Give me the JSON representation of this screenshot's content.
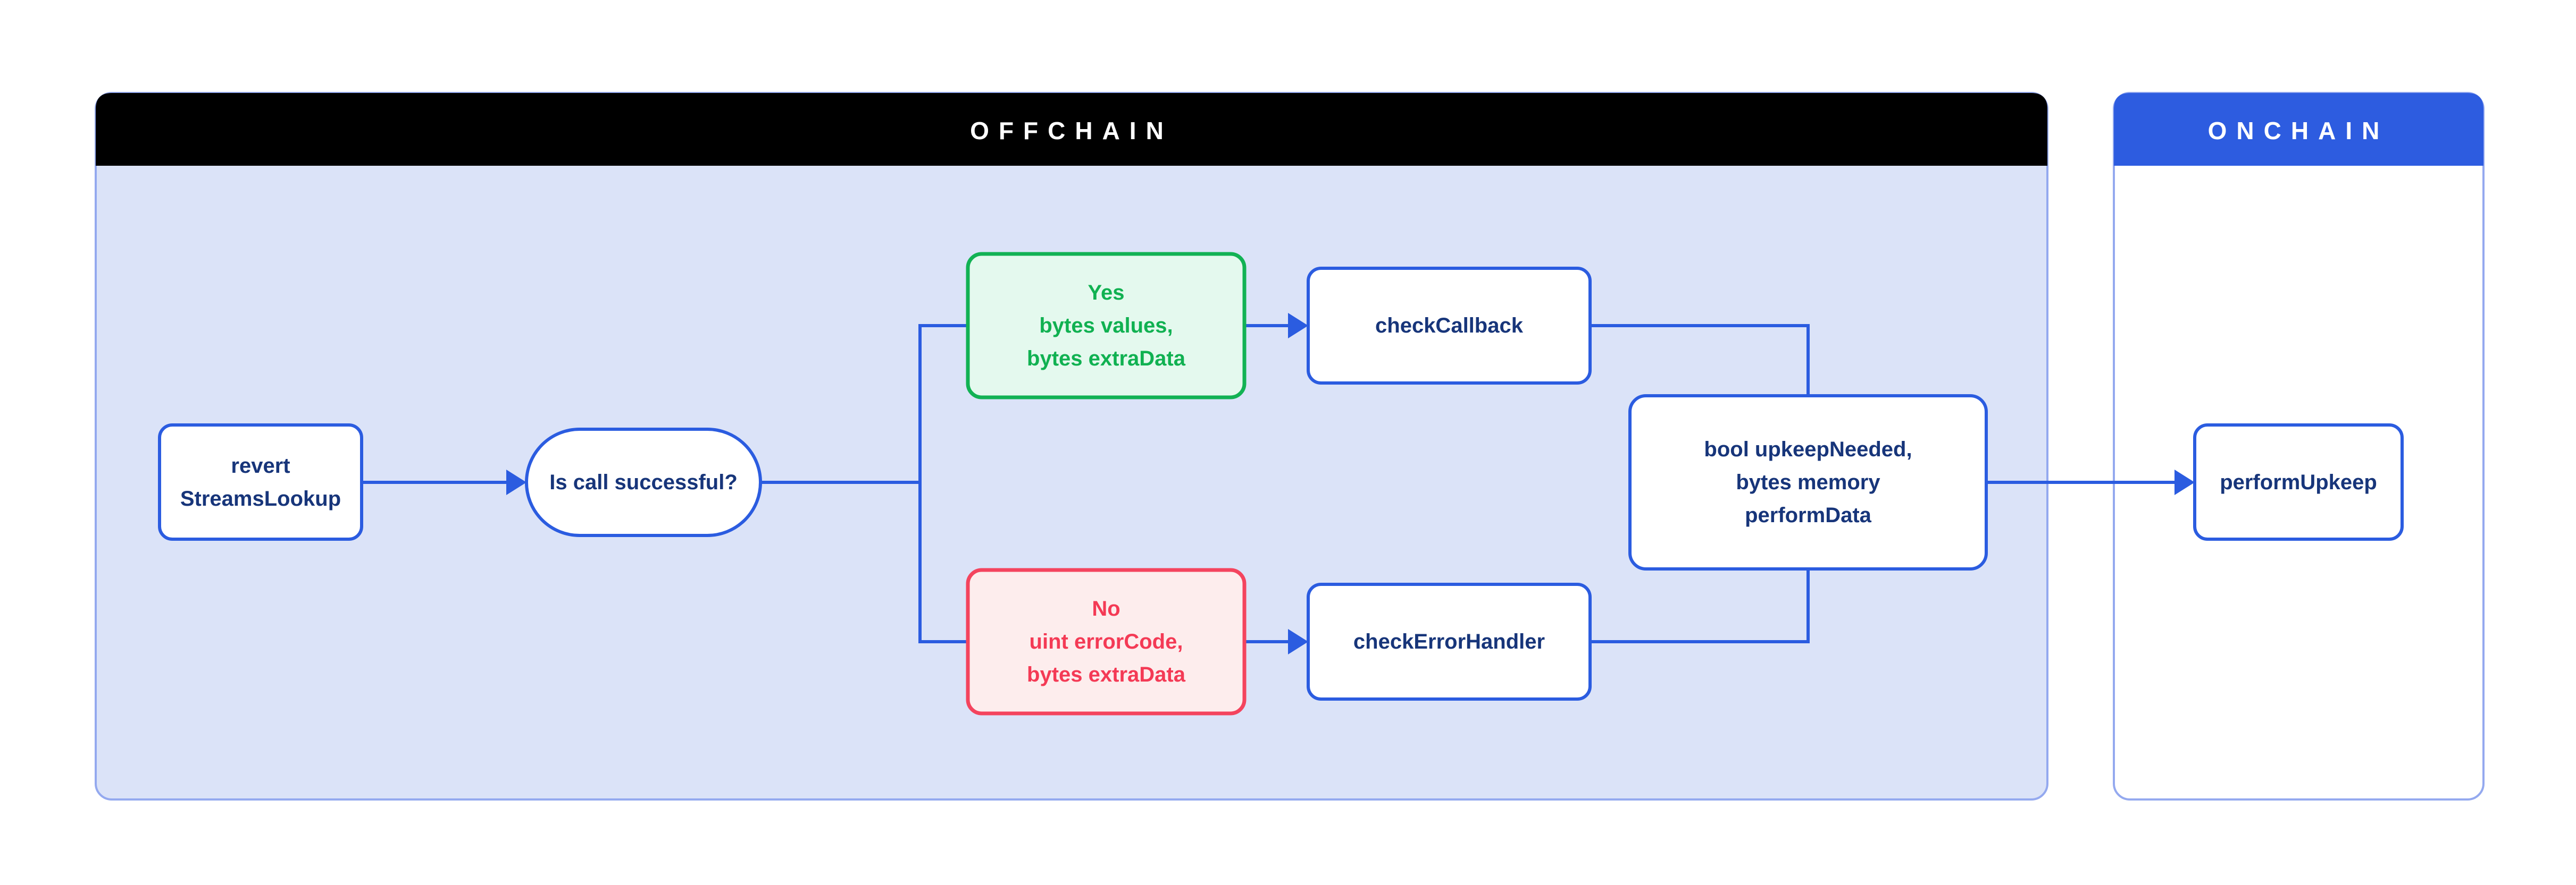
{
  "canvas": {
    "background": "#ffffff"
  },
  "colors": {
    "line_blue": "#2b5ce0",
    "navy_text": "#17357a",
    "header_text": "#ffffff",
    "offchain_header_bg": "#000000",
    "offchain_body_bg": "#dbe3f8",
    "onchain_header_bg": "#2d5ce0",
    "onchain_body_bg": "#ffffff",
    "container_border": "#94a9ef",
    "node_fill": "#ffffff",
    "green_border": "#12b254",
    "green_fill": "#e4f9ee",
    "green_text": "#10b151",
    "red_border": "#f4445e",
    "red_fill": "#fdeded",
    "red_text": "#f43a55"
  },
  "containers": {
    "offchain": {
      "label": "OFFCHAIN"
    },
    "onchain": {
      "label": "ONCHAIN"
    }
  },
  "nodes": {
    "revert_streams_lookup": {
      "lines": [
        "revert",
        "StreamsLookup"
      ]
    },
    "is_call_successful": {
      "label": "Is call successful?"
    },
    "yes_branch": {
      "lines": [
        "Yes",
        "bytes values,",
        "bytes extraData"
      ]
    },
    "no_branch": {
      "lines": [
        "No",
        "uint errorCode,",
        "bytes extraData"
      ]
    },
    "check_callback": {
      "label": "checkCallback"
    },
    "check_error_handler": {
      "label": "checkErrorHandler"
    },
    "upkeep_result": {
      "lines": [
        "bool upkeepNeeded,",
        "bytes memory",
        "performData"
      ]
    },
    "perform_upkeep": {
      "label": "performUpkeep"
    }
  }
}
